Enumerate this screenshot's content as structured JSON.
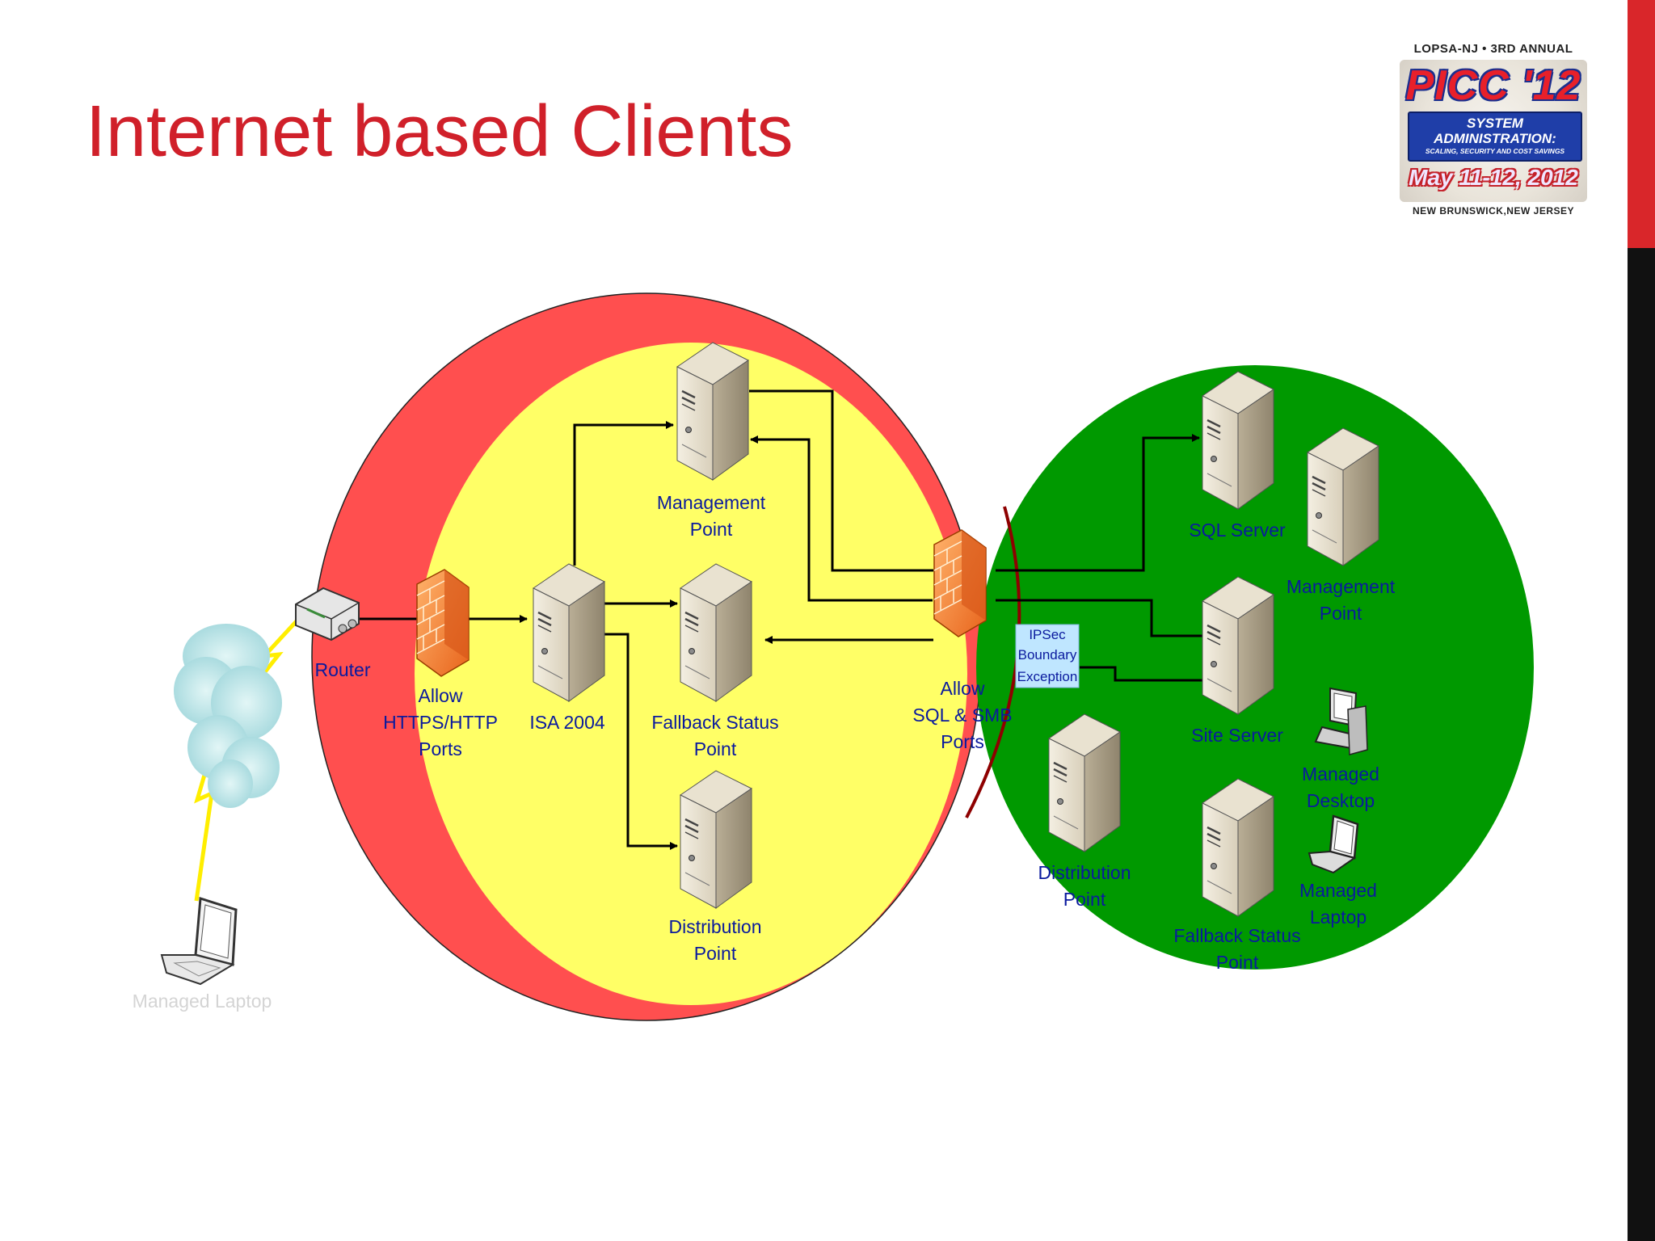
{
  "slide": {
    "title": "Internet based Clients"
  },
  "logo": {
    "top_line": "LOPSA-NJ • 3RD ANNUAL",
    "name": "PICC '12",
    "system": "SYSTEM",
    "administration": "ADMINISTRATION:",
    "tagline": "SCALING, SECURITY AND COST SAVINGS",
    "dates": "May 11-12, 2012",
    "location": "NEW BRUNSWICK,NEW JERSEY"
  },
  "diagram": {
    "zones": {
      "outer_zone_color": "#ff4f4f",
      "perimeter_zone_color": "#ffff66",
      "internal_zone_color": "#009900",
      "ipsec_boundary_color": "#990000"
    },
    "internet": {
      "cloud_icon": "cloud-icon",
      "laptop_label": "Managed Laptop"
    },
    "router": {
      "label": "Router"
    },
    "firewall_outer": {
      "line1": "Allow",
      "line2": "HTTPS/HTTP",
      "line3": "Ports"
    },
    "isa": {
      "label": "ISA 2004"
    },
    "dmz_servers": {
      "management": {
        "line1": "Management",
        "line2": "Point"
      },
      "fallback": {
        "line1": "Fallback Status",
        "line2": "Point"
      },
      "distribution": {
        "line1": "Distribution",
        "line2": "Point"
      }
    },
    "firewall_inner": {
      "line1": "Allow",
      "line2": "SQL & SMB",
      "line3": "Ports"
    },
    "ipsec": {
      "line1": "IPSec",
      "line2": "Boundary",
      "line3": "Exception"
    },
    "internal": {
      "sql": {
        "label": "SQL Server"
      },
      "management": {
        "line1": "Management",
        "line2": "Point"
      },
      "site": {
        "label": "Site Server"
      },
      "desktop": {
        "line1": "Managed",
        "line2": "Desktop"
      },
      "distribution": {
        "line1": "Distribution",
        "line2": "Point"
      },
      "fallback": {
        "line1": "Fallback Status",
        "line2": "Point"
      },
      "laptop": {
        "line1": "Managed",
        "line2": "Laptop"
      }
    }
  }
}
